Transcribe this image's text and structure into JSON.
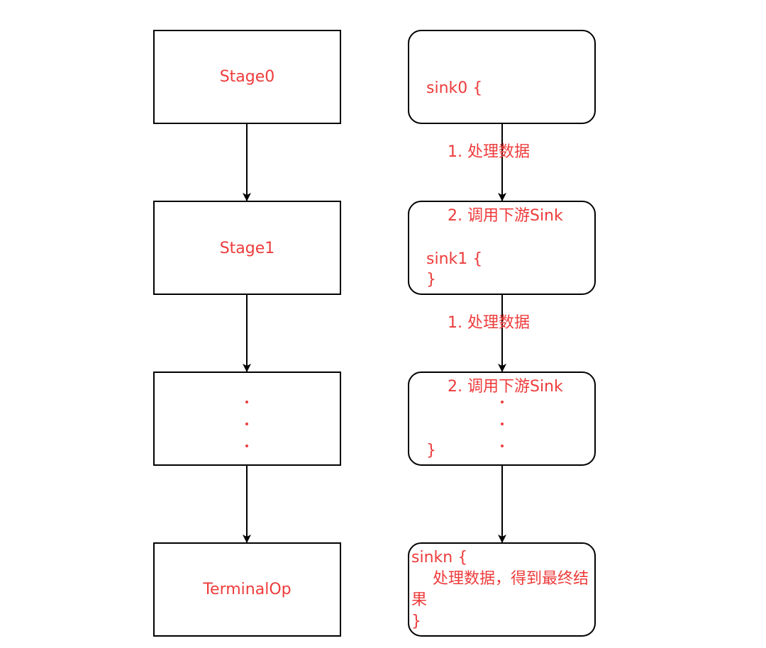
{
  "colors": {
    "label": "#ee3b3b",
    "stroke": "#000000",
    "background": "#ffffff"
  },
  "left_column": {
    "boxes": [
      {
        "label": "Stage0"
      },
      {
        "label": "Stage1"
      },
      {
        "label": "· · ·"
      },
      {
        "label": "TerminalOp"
      }
    ]
  },
  "right_column": {
    "sink0": {
      "open": "sink0 {",
      "step1": "1. 处理数据",
      "step2": "2. 调用下游Sink",
      "close": "}"
    },
    "sink1": {
      "open": "sink1 {",
      "step1": "1. 处理数据",
      "step2": "2. 调用下游Sink",
      "close": "}"
    },
    "ellipsis": "· · ·",
    "sinkn": {
      "open": "sinkn {",
      "body": "处理数据，得到最终结果",
      "close": "}"
    }
  }
}
